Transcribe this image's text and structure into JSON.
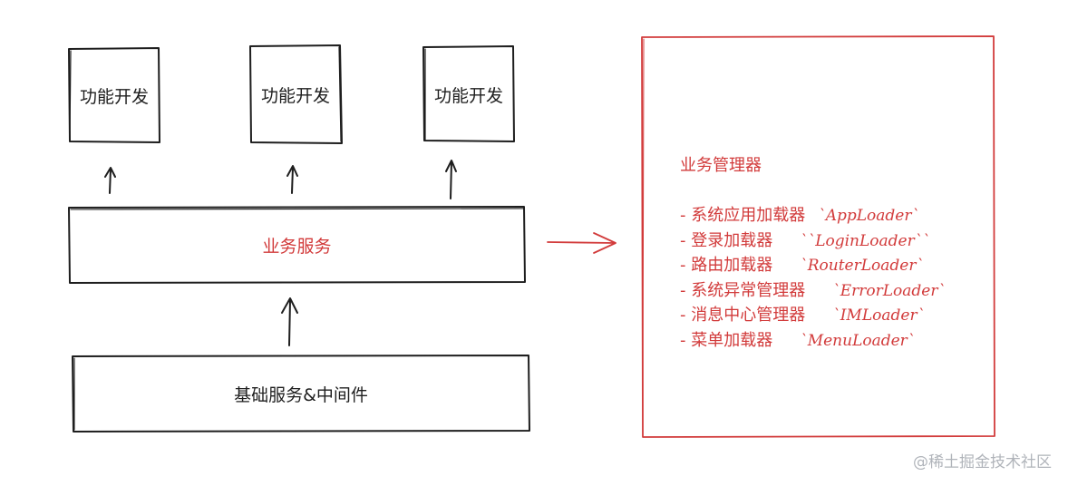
{
  "feature_boxes": [
    "功能开发",
    "功能开发",
    "功能开发"
  ],
  "business_service": "业务服务",
  "foundation": "基础服务&中间件",
  "manager": {
    "title": "业务管理器",
    "items": [
      {
        "label": "- 系统应用加载器",
        "code": "`AppLoader`"
      },
      {
        "label": "- 登录加载器",
        "code": "``LoginLoader``"
      },
      {
        "label": "- 路由加载器",
        "code": "`RouterLoader`"
      },
      {
        "label": "- 系统异常管理器",
        "code": "`ErrorLoader`"
      },
      {
        "label": "- 消息中心管理器",
        "code": "`IMLoader`"
      },
      {
        "label": "- 菜单加载器",
        "code": "`MenuLoader`"
      }
    ]
  },
  "watermark": "@稀土掘金技术社区",
  "colors": {
    "accent": "#d23b3b",
    "stroke": "#1e1e1e"
  }
}
